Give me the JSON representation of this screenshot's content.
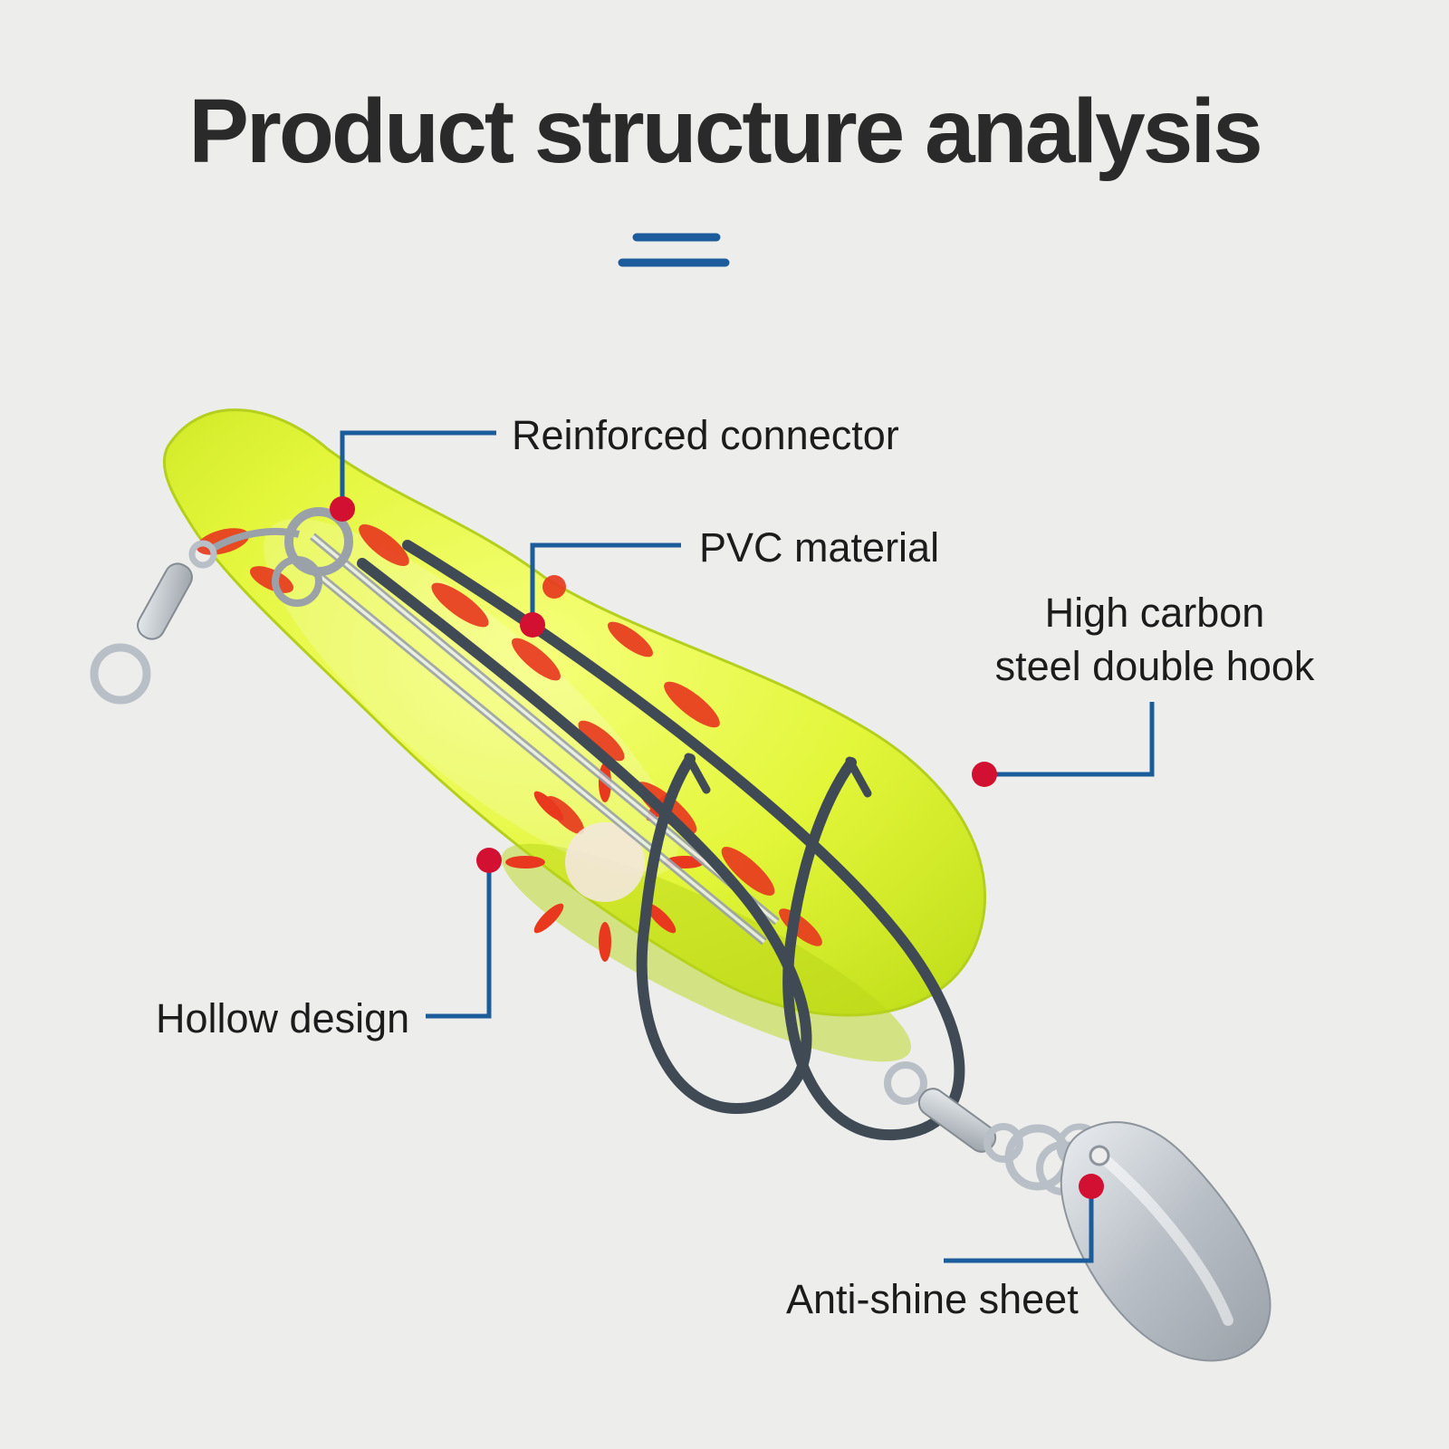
{
  "page": {
    "title": "Product structure analysis"
  },
  "callouts": {
    "reinforced_connector": {
      "label": "Reinforced connector"
    },
    "pvc_material": {
      "label": "PVC material"
    },
    "double_hook": {
      "line1": "High carbon",
      "line2": "steel double hook"
    },
    "hollow_design": {
      "label": "Hollow design"
    },
    "anti_shine": {
      "label": "Anti-shine sheet"
    }
  },
  "illustration": {
    "subject": "frog-soft-bait-fishing-lure",
    "parts": [
      "front-swivel-connector",
      "hook-eye-loop",
      "pvc-frog-body",
      "hollow-cavity",
      "high-carbon-double-hook",
      "rear-swivel",
      "split-rings",
      "anti-shine-spoon-blade"
    ]
  },
  "colors": {
    "background": "#edeeec",
    "accent_blue": "#1d5c9b",
    "dot_red": "#d21032",
    "title_text": "#2a2a2a",
    "label_text": "#1c1c1c",
    "lure_body_light": "#f6ff7a",
    "lure_body": "#e3f63a",
    "lure_body_dark": "#c3e01c",
    "spot_red": "#e8391f",
    "metal_light": "#e9edf0",
    "metal_mid": "#b9bfc6",
    "metal_dark": "#9aa1a8",
    "hook_steel": "#3f4a55"
  }
}
